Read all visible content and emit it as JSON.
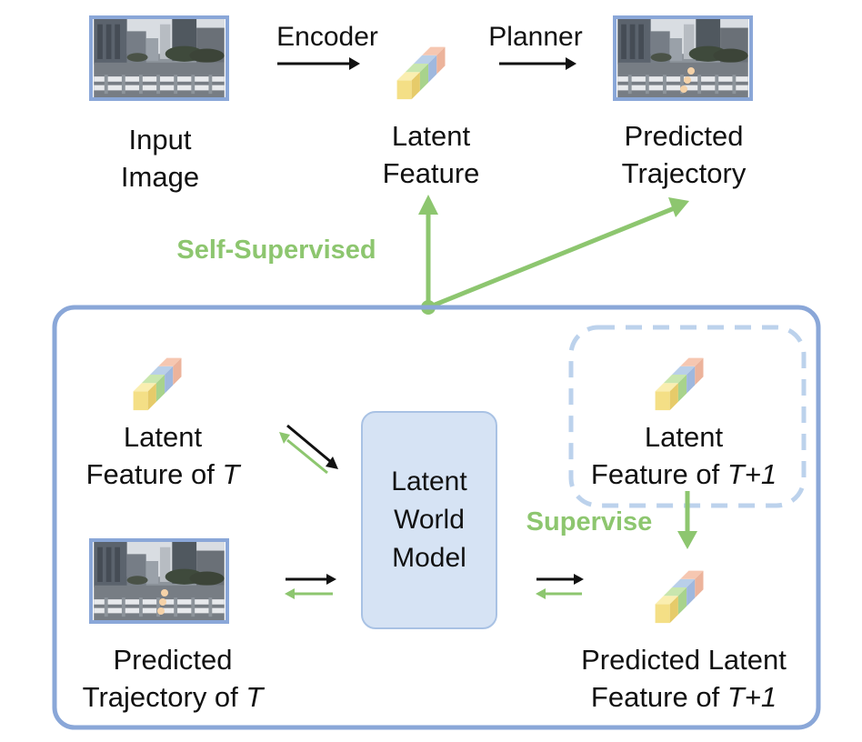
{
  "top_row": {
    "input_image": {
      "line1": "Input",
      "line2": "Image"
    },
    "encoder": "Encoder",
    "latent_feature": {
      "line1": "Latent",
      "line2": "Feature"
    },
    "planner": "Planner",
    "predicted_trajectory": {
      "line1": "Predicted",
      "line2": "Trajectory"
    }
  },
  "self_supervised": "Self-Supervised",
  "world_model_box": {
    "latent_feature_t": {
      "line1": "Latent",
      "line2_prefix": "Feature of ",
      "line2_var": "T"
    },
    "latent_world_model": {
      "line1": "Latent",
      "line2": "World",
      "line3": "Model"
    },
    "latent_feature_t1": {
      "line1": "Latent",
      "line2_prefix": "Feature of ",
      "line2_var": "T+1"
    },
    "supervise": "Supervise",
    "predicted_trajectory_t": {
      "line1": "Predicted",
      "line2_prefix": "Trajectory of ",
      "line2_var": "T"
    },
    "predicted_latent_t1": {
      "line1": "Predicted Latent",
      "line2_prefix": "Feature of ",
      "line2_var": "T+1"
    }
  },
  "colors": {
    "green": "#8dc66f",
    "blue_frame": "#8aa7d8",
    "dashed_blue": "#bcd2ec",
    "world_model_fill": "#d6e3f4",
    "black_arrow": "#111111",
    "trajectory_dot": "#f5d2a8"
  }
}
